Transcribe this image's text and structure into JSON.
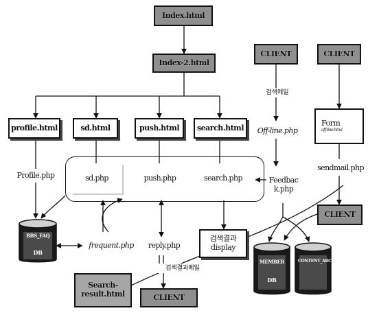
{
  "nodes": {
    "index": "Index.html",
    "index2": "Index-2.html",
    "profile_html": "profile.html",
    "sd_html": "sd.html",
    "push_html": "push.html",
    "search_html": "search.html",
    "profile_php": "Profile.php",
    "sd_php": "sd.php",
    "push_php": "push.php",
    "search_php": "search.php",
    "frequent_php": "frequent.php",
    "reply_php": "reply.php",
    "search_display_line1": "검색결과",
    "search_display_line2": "display",
    "search_result_line1": "Search-",
    "search_result_line2": "result.html",
    "client_bottom": "CLIENT",
    "client_offline": "CLIENT",
    "client_form": "CLIENT",
    "client_right": "CLIENT",
    "offline_php": "Off-line.php",
    "feedback_line1": "Feedbac",
    "feedback_line2": "k.php",
    "form_label": "Form",
    "form_sub": "off-line.html",
    "sendmail_php": "sendmail.php"
  },
  "databases": {
    "left_db_label": "DB",
    "left_db_top": "BBS_FAQ",
    "mid_db_label": "DB",
    "mid_db_top": "MEMBER",
    "right_db_top": "CONTENT_ARCHIVE"
  },
  "edge_labels": {
    "offline_arrow": "검색메일",
    "reply_arrow": "검색결과메일"
  }
}
